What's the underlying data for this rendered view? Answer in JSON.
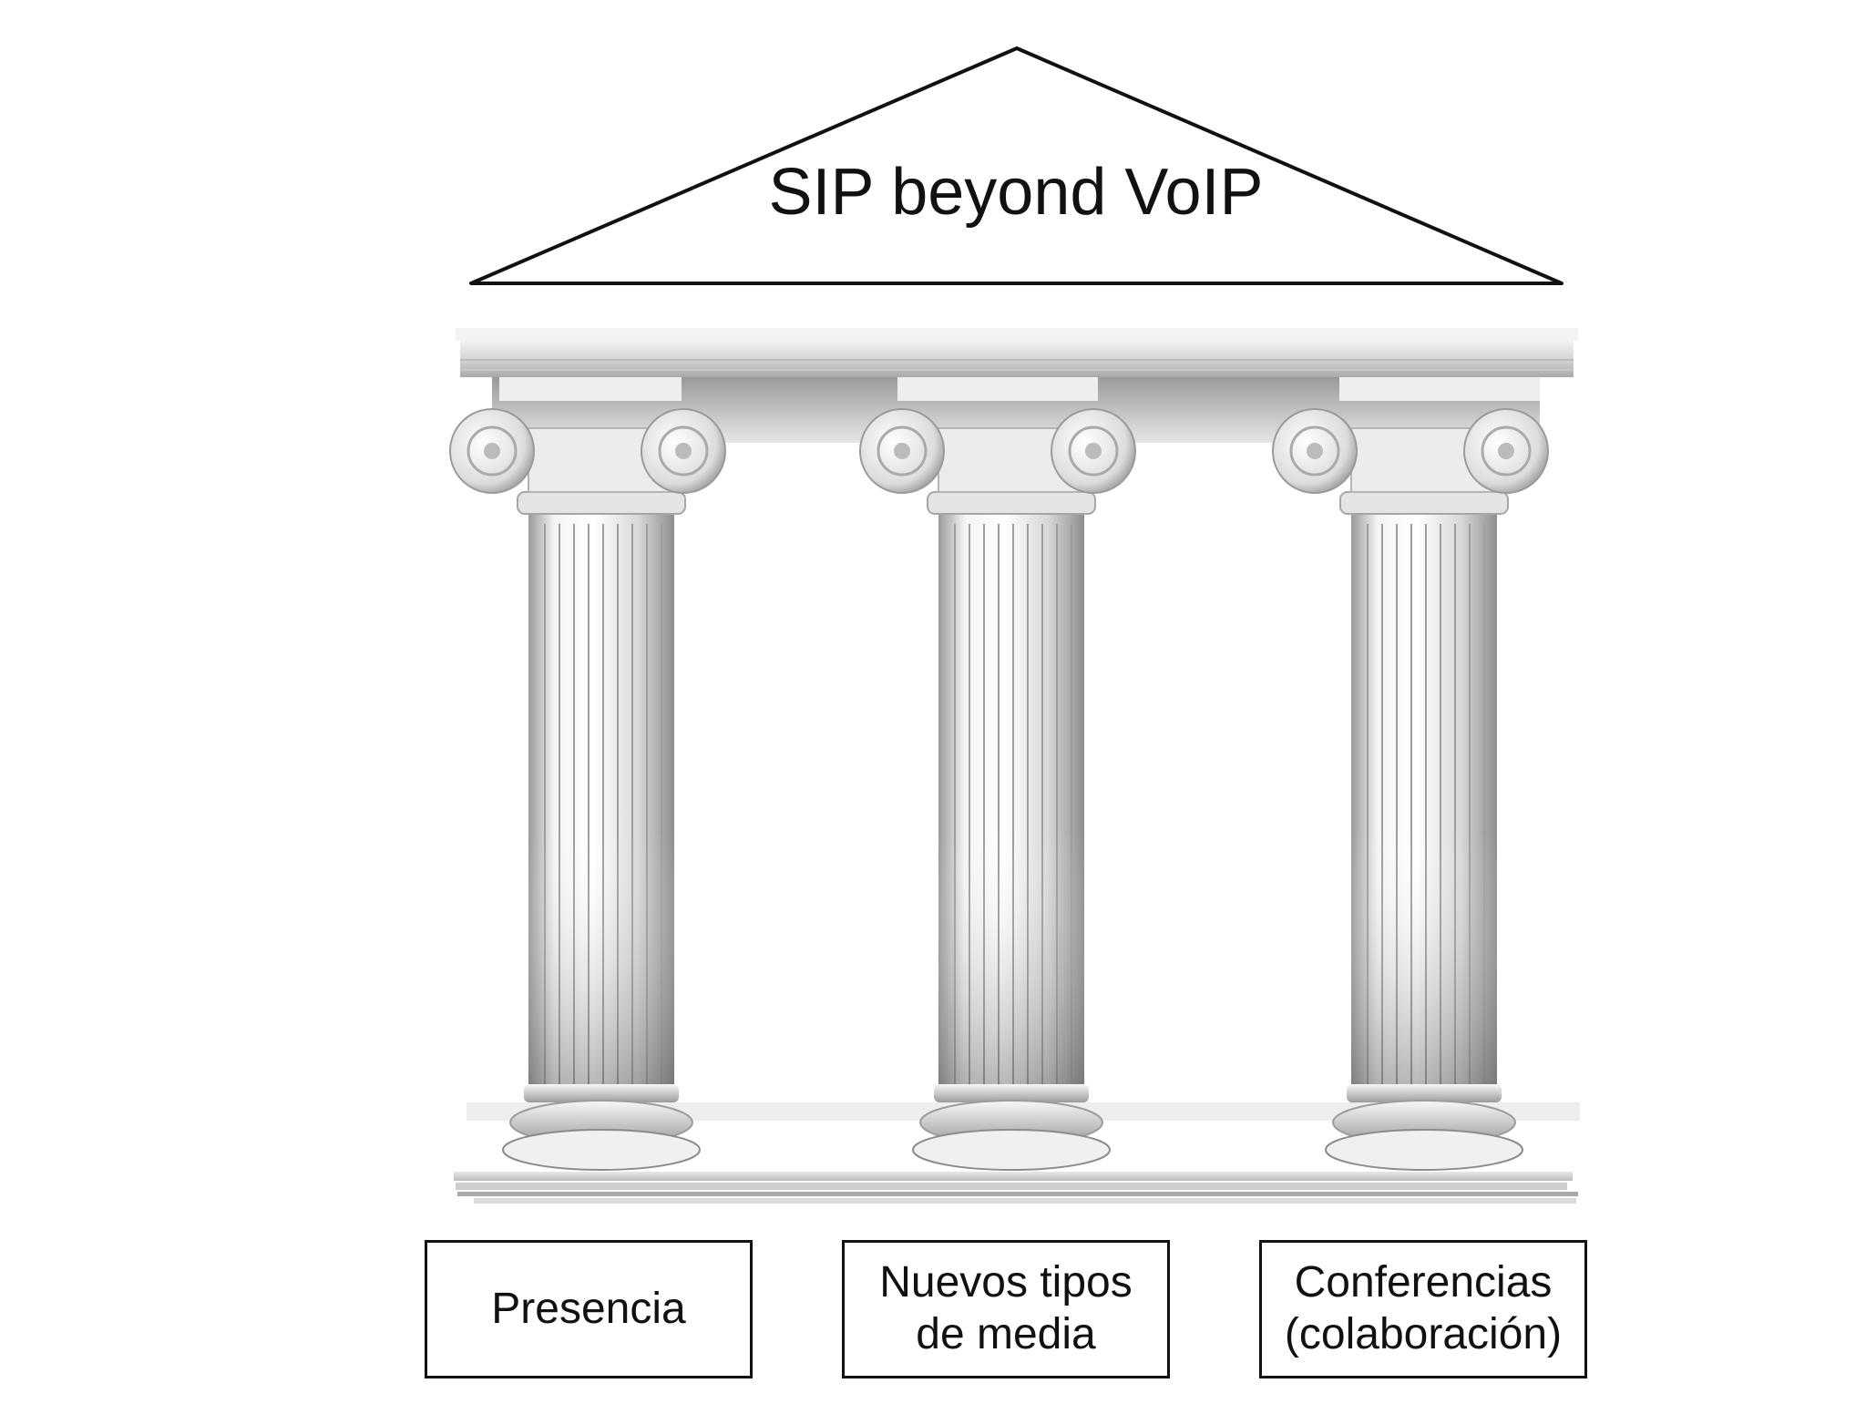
{
  "diagram": {
    "title": "SIP beyond VoIP",
    "pillars": [
      {
        "label": "Presencia"
      },
      {
        "label": "Nuevos tipos\nde media"
      },
      {
        "label": "Conferencias\n(colaboración)"
      }
    ]
  }
}
